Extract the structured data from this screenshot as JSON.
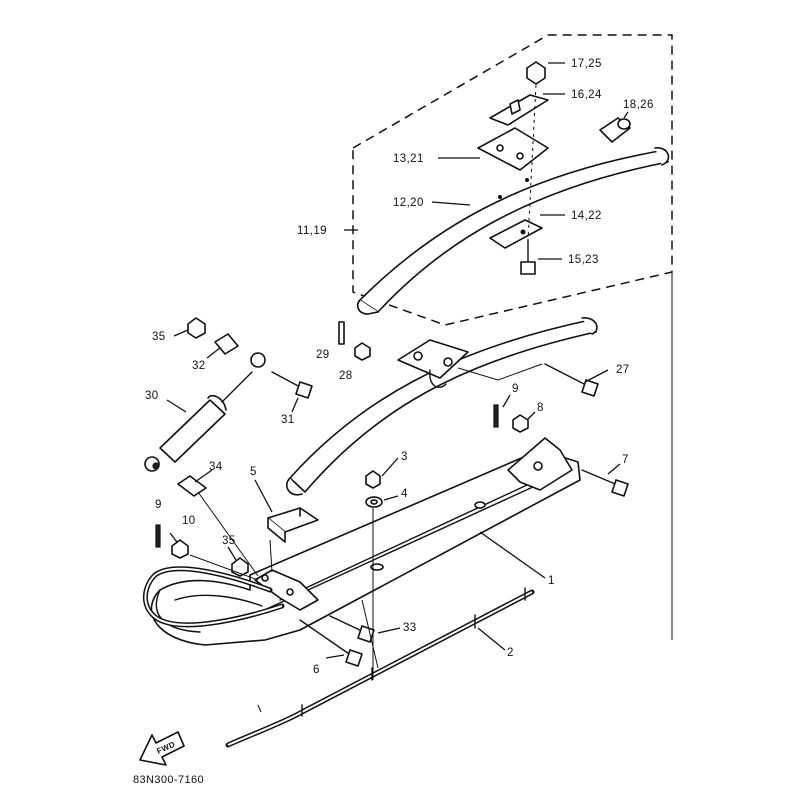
{
  "diagram_code": "83N300-7160",
  "fwd_label": "FWD",
  "callouts": {
    "c1": "1",
    "c2": "2",
    "c3": "3",
    "c4": "4",
    "c5": "5",
    "c6": "6",
    "c7": "7",
    "c8": "8",
    "c9a": "9",
    "c9b": "9",
    "c10": "10",
    "c11_19": "11,19",
    "c12_20": "12,20",
    "c13_21": "13,21",
    "c14_22": "14,22",
    "c15_23": "15,23",
    "c16_24": "16,24",
    "c17_25": "17,25",
    "c18_26": "18,26",
    "c27": "27",
    "c28": "28",
    "c29": "29",
    "c30": "30",
    "c31": "31",
    "c32": "32",
    "c33": "33",
    "c34": "34",
    "c35a": "35",
    "c35b": "35"
  }
}
